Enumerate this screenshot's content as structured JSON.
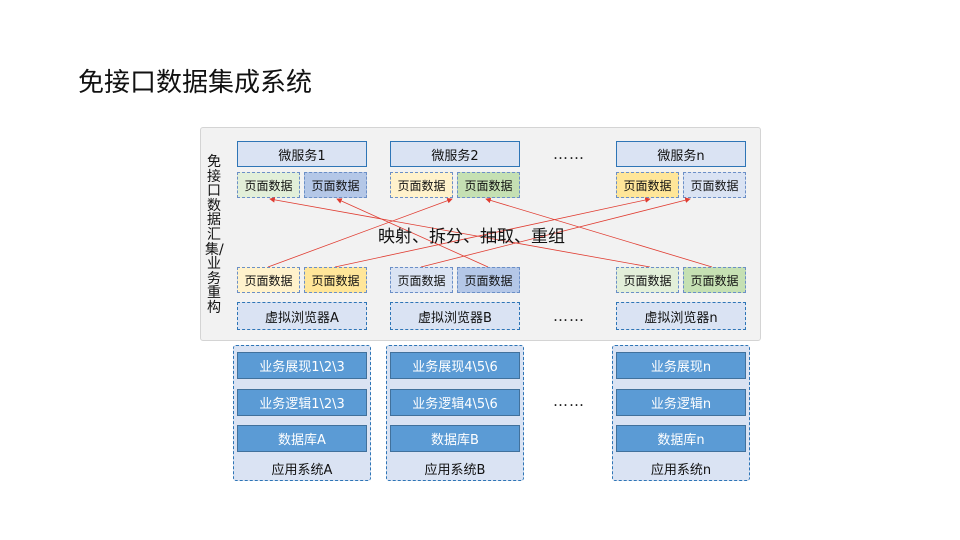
{
  "title": "免接口数据集成系统",
  "vertical_label": "免接口数据汇集/业务重构",
  "center_label": "映射、拆分、抽取、重组",
  "ellipsis": "……",
  "microservices": [
    {
      "name": "微服务1",
      "pages": [
        {
          "label": "页面数据",
          "color": "green"
        },
        {
          "label": "页面数据",
          "color": "blue"
        }
      ]
    },
    {
      "name": "微服务2",
      "pages": [
        {
          "label": "页面数据",
          "color": "yellow"
        },
        {
          "label": "页面数据",
          "color": "green2"
        }
      ]
    },
    {
      "name": "微服务n",
      "pages": [
        {
          "label": "页面数据",
          "color": "yellow2"
        },
        {
          "label": "页面数据",
          "color": "lblue"
        }
      ]
    }
  ],
  "browsers": [
    {
      "name": "虚拟浏览器A",
      "pages": [
        {
          "label": "页面数据",
          "color": "yellow"
        },
        {
          "label": "页面数据",
          "color": "yellow2"
        }
      ]
    },
    {
      "name": "虚拟浏览器B",
      "pages": [
        {
          "label": "页面数据",
          "color": "lblue"
        },
        {
          "label": "页面数据",
          "color": "blue"
        }
      ]
    },
    {
      "name": "虚拟浏览器n",
      "pages": [
        {
          "label": "页面数据",
          "color": "green"
        },
        {
          "label": "页面数据",
          "color": "green2"
        }
      ]
    }
  ],
  "apps": [
    {
      "display": "业务展现1\\2\\3",
      "logic": "业务逻辑1\\2\\3",
      "db": "数据库A",
      "name": "应用系统A"
    },
    {
      "display": "业务展现4\\5\\6",
      "logic": "业务逻辑4\\5\\6",
      "db": "数据库B",
      "name": "应用系统B"
    },
    {
      "display": "业务展现n",
      "logic": "业务逻辑n",
      "db": "数据库n",
      "name": "应用系统n"
    }
  ],
  "colors": {
    "arrow": "#e03c31",
    "box_border": "#2e75b6",
    "bar_fill": "#5b9bd5"
  }
}
